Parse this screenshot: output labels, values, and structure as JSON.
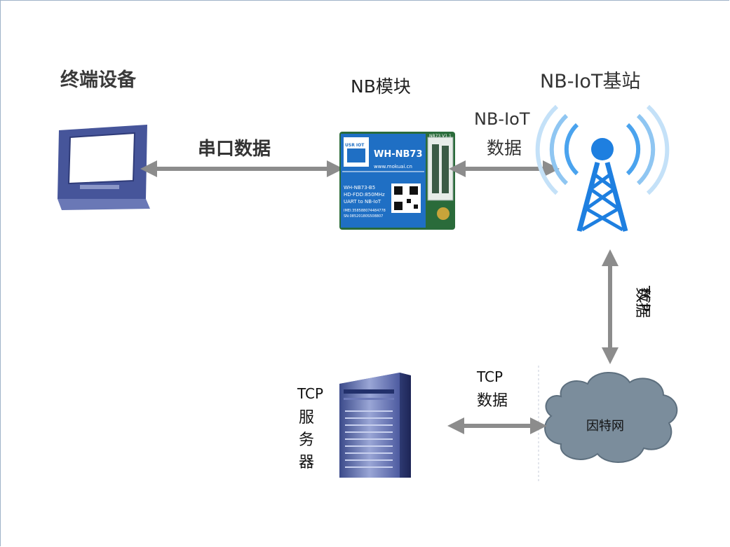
{
  "labels": {
    "terminal": "终端设备",
    "nb_module": "NB模块",
    "base_station": "NB-IoT基站",
    "serial_data": "串口数据",
    "nbiot_line1": "NB-IoT",
    "nbiot_line2": "数据",
    "tcp_v1": "TCP",
    "tcp_v2": "数据",
    "tcp_h1": "TCP",
    "tcp_h2": "数据",
    "server_1": "TCP",
    "server_2": "服",
    "server_3": "务",
    "server_4": "器",
    "internet": "因特网"
  },
  "module": {
    "brand": "WH-NB73",
    "url": "www.mokuai.cn",
    "line1": "WH-NB73-B5",
    "line2": "HD-FDD:850MHz",
    "line3": "UART to NB-IoT",
    "line4": "IMEI:358588074484778",
    "line5": "SN:08520180S508807",
    "tag": "NB73 V1.1",
    "logo_text": "USR IOT"
  },
  "colors": {
    "arrow": "#8c8c8c",
    "module_blue": "#1f6fc4",
    "tower_blue": "#1e7fe0",
    "cloud": "#7b8d9c",
    "computer": "#4a5a98"
  }
}
